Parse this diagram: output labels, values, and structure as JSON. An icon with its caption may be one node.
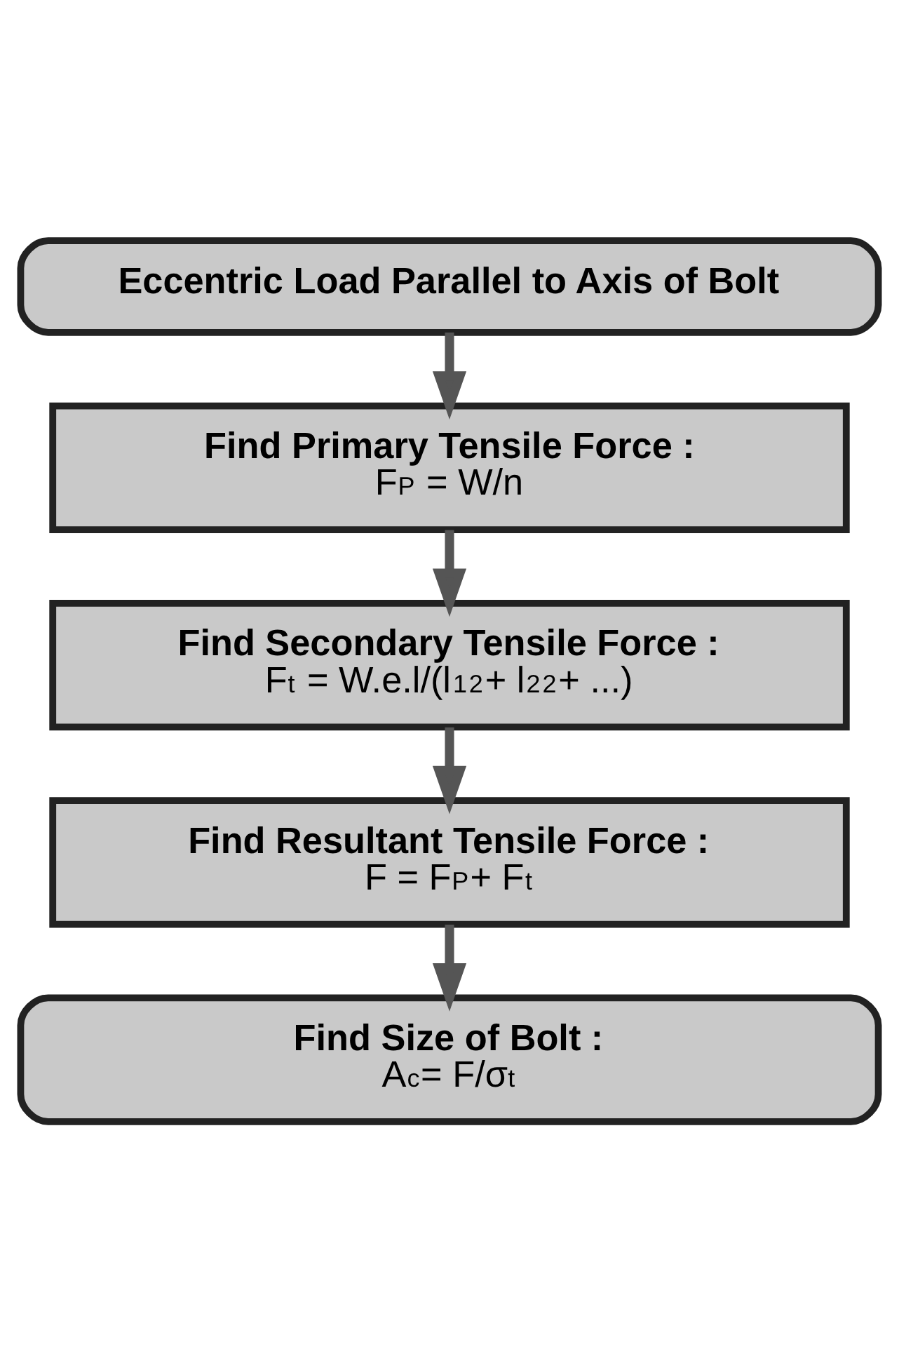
{
  "diagram": {
    "nodes": [
      {
        "text": [
          "Eccentric Load Parallel to Axis of Bolt"
        ]
      },
      {
        "text": [
          "Find Primary Tensile Force :",
          "F$_{P}$ = W/n"
        ]
      },
      {
        "text": [
          "Find Secondary Tensile Force :",
          "F$_{t}$ = W.e.l/(l$_{1}$$^{2}$+ l$_{2}$$^{2}$+ ...)"
        ]
      },
      {
        "text": [
          "Find Resultant Tensile Force :",
          "F = F$_{P}$+ F$_{t}$"
        ]
      },
      {
        "text": [
          "Find Size of Bolt :",
          "A$_{c}$= F/σ$_{t}$"
        ]
      }
    ],
    "edges": [
      {
        "from": 0,
        "to": 1,
        "arrow": "to"
      },
      {
        "from": 1,
        "to": 2,
        "arrow": "to"
      },
      {
        "from": 2,
        "to": 3,
        "arrow": "to"
      },
      {
        "from": 3,
        "to": 4,
        "arrow": "to"
      }
    ]
  }
}
